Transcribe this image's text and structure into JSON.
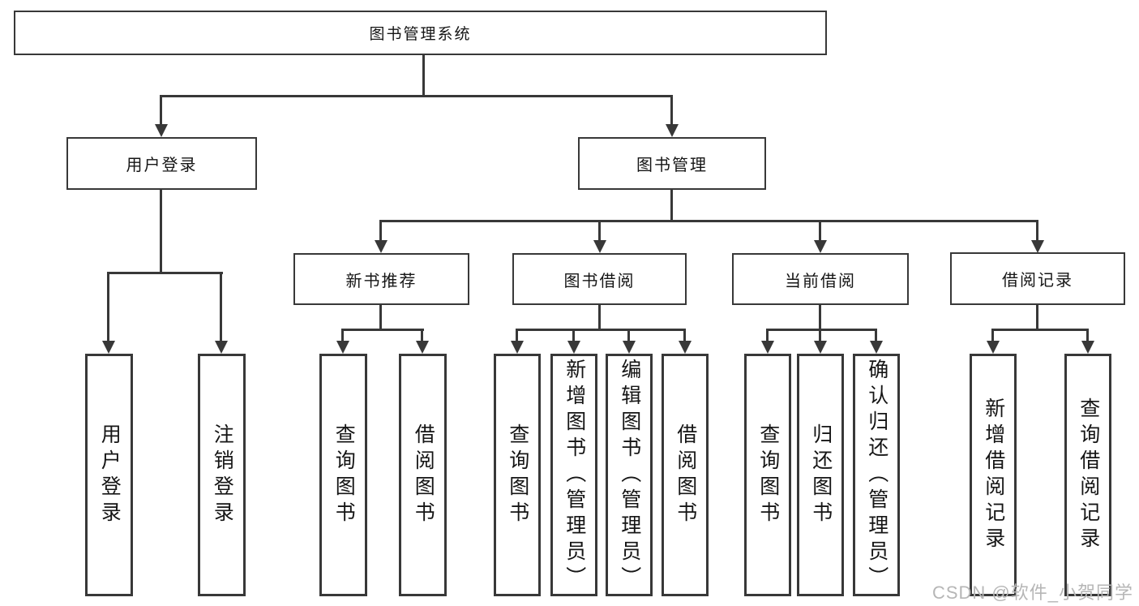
{
  "nodes": {
    "root": "图书管理系统",
    "level2": {
      "user_login": "用户登录",
      "book_mgmt": "图书管理"
    },
    "level3": {
      "new_book": "新书推荐",
      "book_borrow": "图书借阅",
      "current_borrow": "当前借阅",
      "borrow_records": "借阅记录"
    },
    "leaves": {
      "user_login": "用户登录",
      "logout": "注销登录",
      "query_book_newbook": "查询图书",
      "borrow_book_newbook": "借阅图书",
      "query_book_borrow": "查询图书",
      "add_book_admin": "新增图书（管理员）",
      "edit_book_admin": "编辑图书（管理员）",
      "borrow_book_borrow": "借阅图书",
      "query_book_current": "查询图书",
      "return_book": "归还图书",
      "confirm_return_admin": "确认归还（管理员）",
      "add_borrow_record": "新增借阅记录",
      "query_borrow_record": "查询借阅记录"
    },
    "watermark": "CSDN @软件_小贺同学"
  },
  "colors": {
    "line": "#383838",
    "text": "#151515",
    "watermark": "#b6b6b6",
    "background": "#ffffff"
  }
}
